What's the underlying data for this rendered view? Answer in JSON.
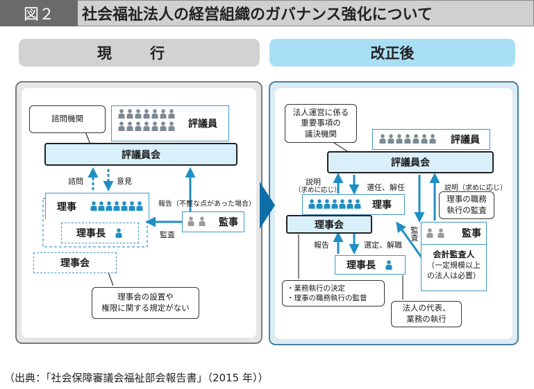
{
  "figure": {
    "number": "図２",
    "title": "社会福祉法人の経営組織のガバナンス強化について"
  },
  "current": {
    "header": "現 行",
    "advisory_note": "諮問機関",
    "councilors_label": "評議員",
    "council_label": "評議員会",
    "consult_label": "諮問",
    "opinion_label": "意見",
    "directors_label": "理事",
    "chairperson_label": "理事長",
    "board_label": "理事会",
    "auditor_label": "監事",
    "report_label": "報告（不整な点があった場合）",
    "audit_label": "監査",
    "board_note": "理事会の設置や\n権限に関する規定がない"
  },
  "revised": {
    "header": "改正後",
    "decision_note": "法人運営に係る\n重要事項の\n議決機関",
    "councilors_label": "評議員",
    "council_label": "評議員会",
    "explain_left": "説明",
    "explain_left_sub": "（求めに応じ）",
    "elect_dismiss": "選任、解任",
    "explain_right": "説明（求めに応じ）",
    "directors_label": "理事",
    "board_label": "理事会",
    "auditor_note": "理事の職務\n執行の監査",
    "auditor_label": "監事",
    "audit_label_vertical": "監査",
    "report_label": "報告",
    "elect_dismiss2": "選定、解職",
    "chairperson_label": "理事長",
    "accounting_auditor": "会計監査人",
    "accounting_auditor_note": "（一定規模以上\nの法人は必置）",
    "board_functions": "・業務執行の決定\n・理事の職務執行の監督",
    "chair_functions": "法人の代表、\n業務の執行"
  },
  "source": "（出典：「社会保障審議会福祉部会報告書」（2015 年））",
  "colors": {
    "accent_blue": "#3f97c4",
    "light_blue": "#a9dff4",
    "arrow_blue": "#1f8fc4",
    "gray": "#8a8a8a"
  }
}
